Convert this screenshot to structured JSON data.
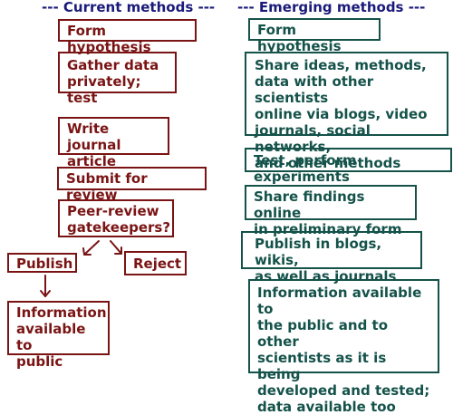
{
  "colors": {
    "current": "#7a1414",
    "emerging": "#14524a",
    "header": "#1a1a7a"
  },
  "headers": {
    "current": "--- Current methods ---",
    "emerging": "--- Emerging methods ---"
  },
  "current": {
    "form": "Form hypothesis",
    "gather": "Gather data\nprivately; test",
    "write": "Write journal\narticle",
    "submit": "Submit for review",
    "peer": "Peer-review\ngatekeepers?",
    "publish": "Publish",
    "reject": "Reject",
    "info": "Information\navailable to\npublic"
  },
  "emerging": {
    "form": "Form hypothesis",
    "share_ideas": "Share ideas, methods,\ndata with other scientists\nonline via blogs, video\njournals, social networks,\nand other methods",
    "test": "Test, perform experiments",
    "share_findings": "Share findings online\nin preliminary form",
    "publish": "Publish in blogs, wikis,\nas well as journals",
    "info": "Information available to\nthe public and to other\nscientists as it is being\ndeveloped and tested;\ndata available too"
  }
}
